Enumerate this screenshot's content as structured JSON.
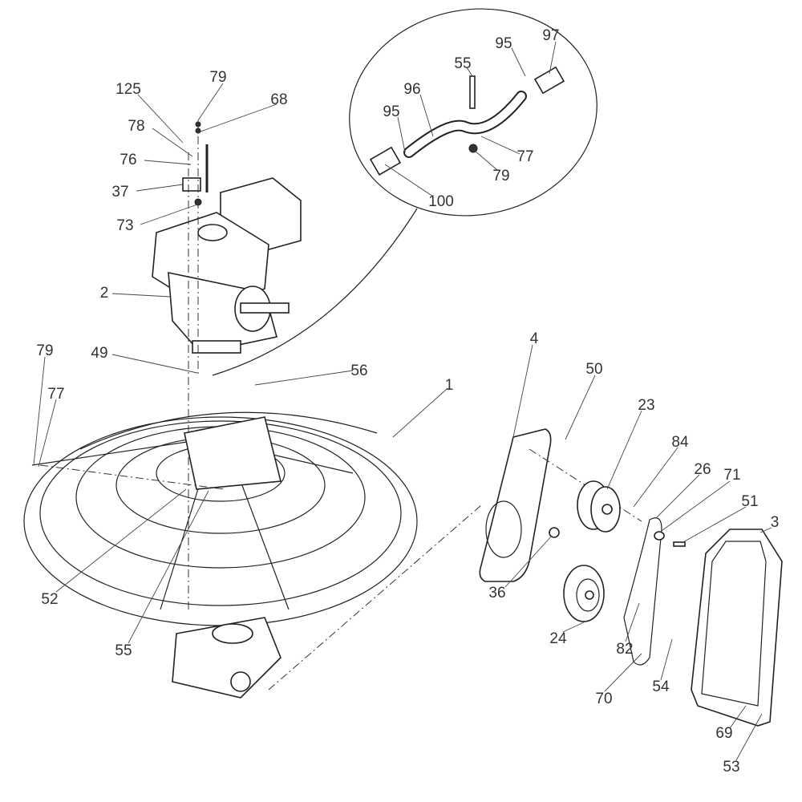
{
  "diagram": {
    "type": "exploded-parts-view",
    "callouts": [
      "125",
      "79",
      "68",
      "78",
      "76",
      "37",
      "73",
      "2",
      "49",
      "79",
      "77",
      "56",
      "1",
      "52",
      "55",
      "55",
      "95",
      "97",
      "96",
      "95",
      "77",
      "79",
      "100",
      "4",
      "50",
      "23",
      "84",
      "26",
      "71",
      "51",
      "3",
      "36",
      "24",
      "82",
      "70",
      "54",
      "69",
      "53"
    ]
  }
}
